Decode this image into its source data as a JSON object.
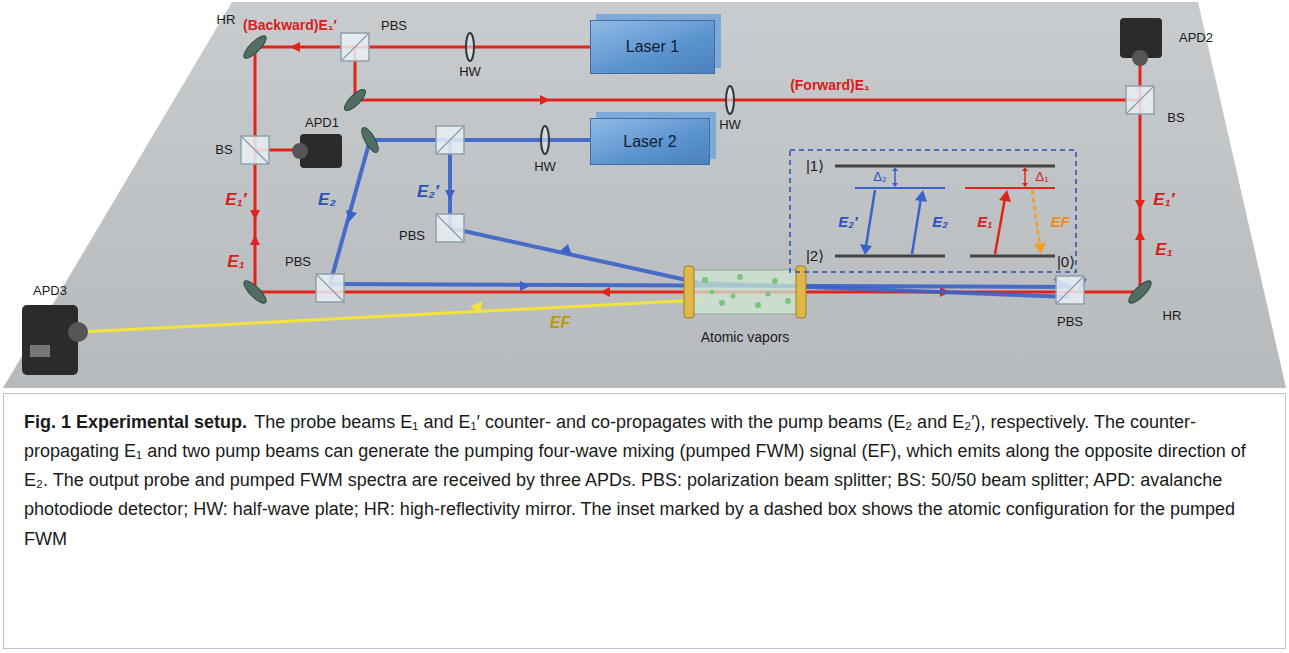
{
  "diagram": {
    "title": "Fig. 1 Experimental setup.",
    "caption": "The probe beams E₁ and E₁′ counter- and co-propagates with the pump beams (E₂ and E₂′), respectively. The counter-propagating E₁ and two pump beams can generate the pumping four-wave mixing (pumped FWM) signal (EF), which emits along the opposite direction of E₂. The output probe and pumped FWM spectra are received by three APDs. PBS: polarization beam splitter; BS: 50/50 beam splitter; APD: avalanche photodiode detector; HW: half-wave plate; HR: high-reflectivity mirror. The inset marked by a dashed box shows the atomic configuration for the pumped FWM",
    "nodes": [
      {
        "text": [
          "Laser 1"
        ]
      },
      {
        "text": [
          "Laser 2"
        ]
      }
    ],
    "labels": [
      "(Backward)E₁′",
      "HR",
      "PBS",
      "HW",
      "APD1",
      "BS",
      "APD2",
      "BS",
      "(Forward)E₁",
      "HW",
      "E₁′",
      "E₁",
      "HW",
      "E₂",
      "E₂′",
      "PBS",
      "PBS",
      "APD3",
      "EF",
      "Atomic vapors",
      "PBS",
      "HR",
      "E₁′",
      "E₁",
      "|1⟩",
      "Δ₂",
      "Δ₁",
      "E₂′",
      "E₂",
      "E₁",
      "EF",
      "|2⟩",
      "|0⟩"
    ]
  }
}
